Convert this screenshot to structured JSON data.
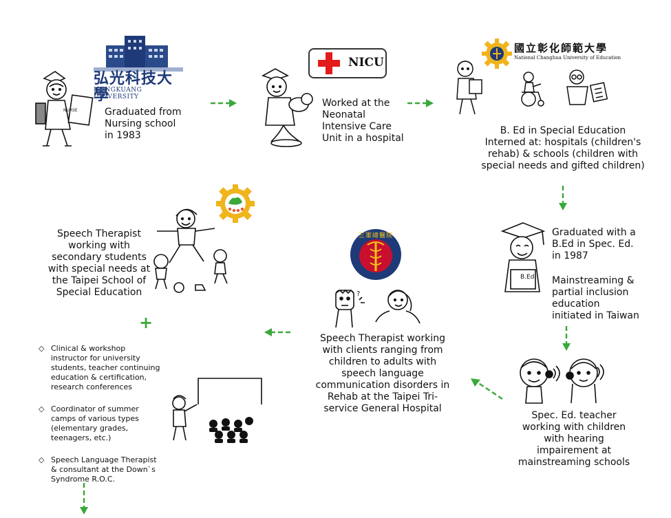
{
  "logos": {
    "hungkuang_chinese": "弘光科技大學",
    "hungkuang_english": "HUNGKUANG UNIVERSITY",
    "nicu": "NICU",
    "changhua_chinese": "國立彰化師範大學",
    "changhua_english": "National Changhua University of Education",
    "hospital_chinese": "三軍總醫院"
  },
  "steps": {
    "nursing": "Graduated from Nursing school in 1983",
    "nicu": "Worked at the Neonatal Intensive Care Unit in a hospital",
    "bed": "B. Ed in Special Education Interned at: hospitals (children's rehab) & schools (children with special needs and gifted children)",
    "graduated": "Graduated with a B.Ed in Spec. Ed. in 1987",
    "mainstreaming": "Mainstreaming & partial inclusion education initiated in Taiwan",
    "spec_teacher": "Spec. Ed. teacher working with children with hearing impairement at mainstreaming schools",
    "hospital_st": "Speech Therapist working with clients ranging from children to adults with speech language communication disorders in Rehab at the Taipei Tri-service General Hospital",
    "school_st": "Speech Therapist working with secondary students with special needs at the Taipei School of Special Education"
  },
  "plus": "+",
  "board_label": "B.Ed",
  "bullets": [
    "Clinical & workshop instructor for university students, teacher continuing education & certification, research conferences",
    "Coordinator of summer camps of various types (elementary grades, teenagers, etc.)",
    "Speech Language Therapist & consultant at the Down`s Syndrome R.O.C."
  ],
  "bullet_symbol": "◇",
  "colors": {
    "arrow": "#3aa83a",
    "red_cross": "#e31b1b",
    "logo_blue": "#1e3a78",
    "gear": "#f0b41c",
    "emblem": "#c8102e"
  },
  "icons": [
    "nurse-figure-icon",
    "nurse-with-baby-icon",
    "student-with-books-icon",
    "wheelchair-child-icon",
    "reading-child-icon",
    "graduate-figure-icon",
    "children-with-hearing-aids-icon",
    "therapist-and-patient-icon",
    "hospital-emblem-icon",
    "gear-logo-icon",
    "dancing-family-icon",
    "teacher-with-audience-icon"
  ]
}
